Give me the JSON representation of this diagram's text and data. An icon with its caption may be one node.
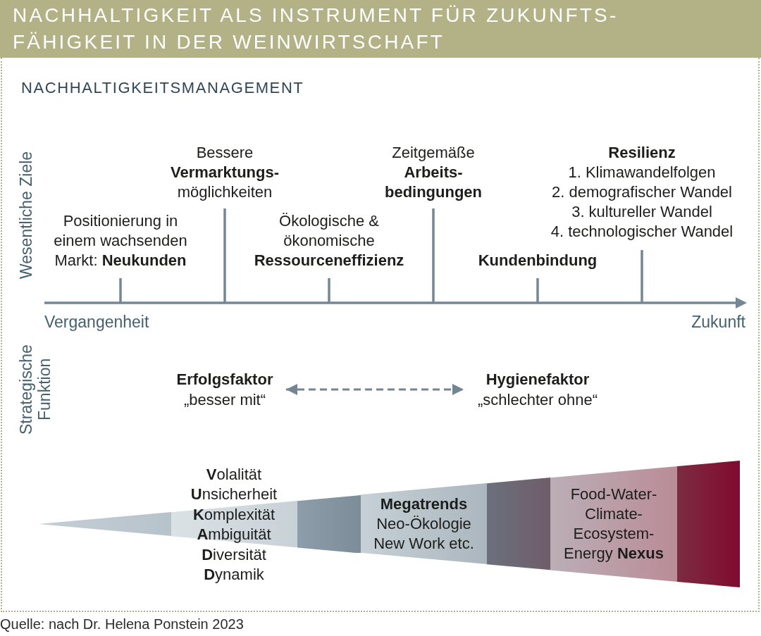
{
  "diagram": {
    "title": "NACHHALTIGKEIT ALS INSTRUMENT FÜR ZUKUNFTS- FÄHIGKEIT IN DER WEINWIRTSCHAFT",
    "caption": "Quelle: nach Dr. Helena Ponstein 2023",
    "nodes": [
      {
        "text": [
          "Erfolgsfaktor",
          "„besser mit“"
        ]
      },
      {
        "text": [
          "Hygienefaktor",
          "„schlechter ohne“"
        ]
      },
      {
        "text": [],
        "shape": "triangle"
      },
      {
        "text": [],
        "shape": "trapezoid"
      },
      {
        "text": [],
        "shape": "trapezoid"
      },
      {
        "text": [
          "Megatrends",
          "Neo-Ökologie",
          "New Work etc."
        ]
      },
      {
        "text": [],
        "shape": "trapezoid"
      },
      {
        "text": [
          "Food-Water- Climate- Ecosystem- Energy **Nexus**"
        ]
      },
      {
        "text": [],
        "shape": "trapezoid"
      }
    ],
    "edges": [
      {
        "from": 0,
        "to": 1,
        "arrow": "both",
        "style": "dashed"
      }
    ],
    "labels": [
      "NACHHALTIGKEITSMANAGEMENT",
      "Wesentliche Ziele",
      "Positionierung in einem wachsenden Markt: **Neukunden**",
      "Bessere **Vermarktungs-** möglichkeiten",
      "Ökologische & ökonomische **Ressourceneffizienz**",
      "Zeitgemäße **Arbeits- bedingungen**",
      "Kundenbindung",
      "Resilienz",
      "1. Klimawandelfolgen",
      "2. demografischer Wandel",
      "3. kultureller Wandel",
      "4. technologischer Wandel",
      "Vergangenheit",
      "Zukunft",
      "Strategische Funktion",
      "**V**olalität",
      "**U**nsicherheit",
      "**K**omplexität",
      "**A**mbiguität",
      "**D**iversität",
      "**D**ynamik"
    ]
  }
}
